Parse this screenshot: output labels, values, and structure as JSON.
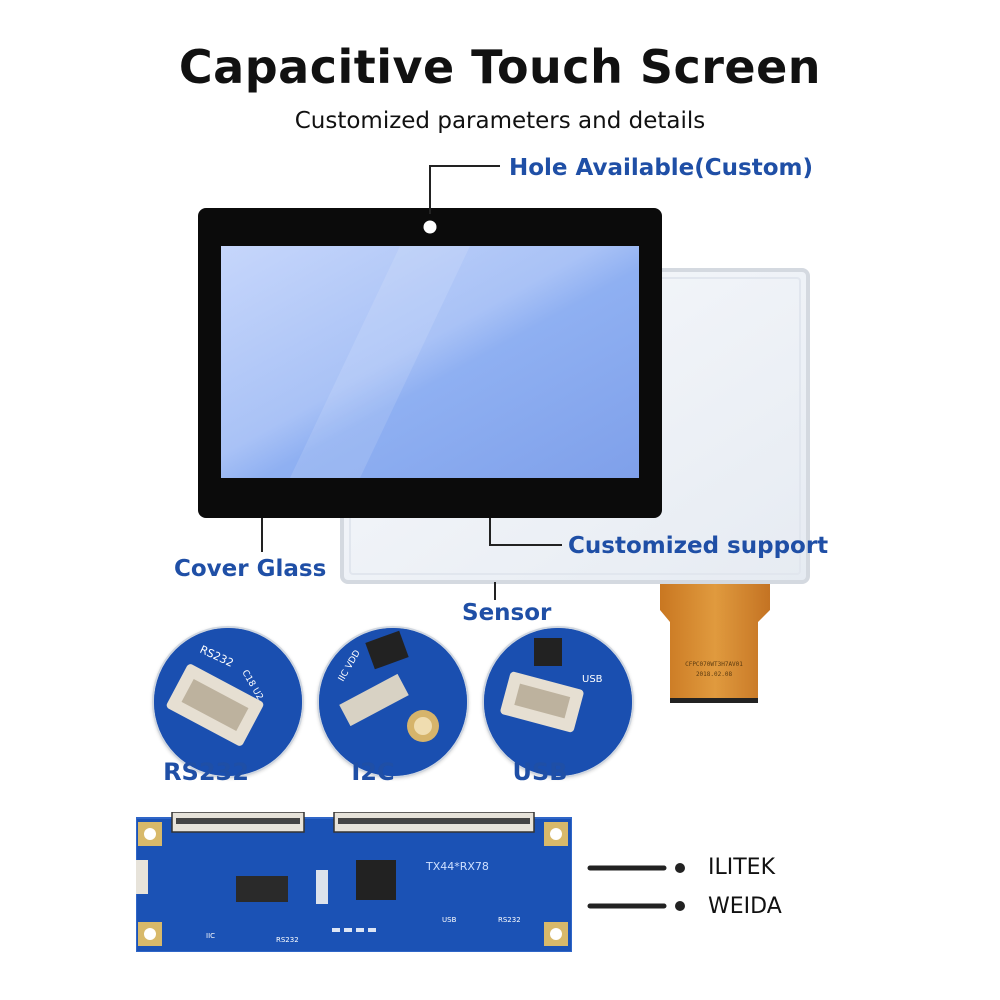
{
  "title": "Capacitive Touch Screen",
  "subtitle": "Customized parameters and details",
  "callouts": {
    "hole": "Hole Available(Custom)",
    "cover_glass": "Cover Glass",
    "customized_support": "Customized support",
    "sensor": "Sensor"
  },
  "interfaces": [
    {
      "label": "RS232"
    },
    {
      "label": "I2C"
    },
    {
      "label": "USB"
    }
  ],
  "controller_chips": [
    {
      "name": "ILITEK"
    },
    {
      "name": "WEIDA"
    }
  ],
  "colors": {
    "accent": "#1f4fa6",
    "pcb": "#1a4fb0",
    "flex_cable": "#d2862a",
    "screen_glow": "#8aaef0"
  }
}
